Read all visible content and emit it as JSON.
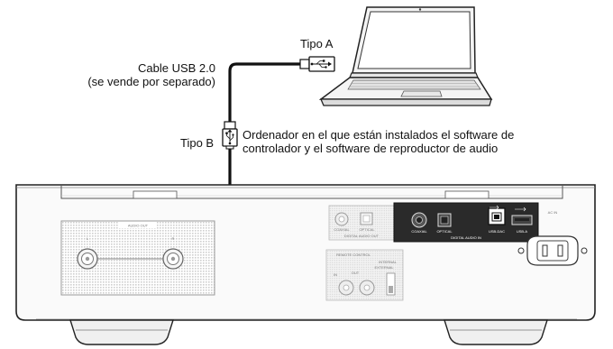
{
  "labels": {
    "type_a": "Tipo A",
    "cable_line1": "Cable USB 2.0",
    "cable_line2": "(se vende por separado)",
    "type_b": "Tipo B",
    "computer_line1": "Ordenador en el que están instalados el software de",
    "computer_line2": "controlador y el software de reproductor de audio"
  },
  "panel": {
    "audio_out": "AUDIO OUT",
    "left_channel": "L",
    "right_channel": "R",
    "coaxial": "COAXIAL",
    "optical": "OPTICAL",
    "digital_audio_out": "DIGITAL AUDIO OUT",
    "remote_control": "REMOTE CONTROL",
    "in": "IN",
    "out": "OUT",
    "internal": "INTERNAL",
    "external": "EXTERNAL",
    "usb_dac": "USB-DAC",
    "usb_a": "USB-A",
    "digital_audio_in": "DIGITAL AUDIO IN",
    "ac_in": "AC IN"
  },
  "colors": {
    "cable": "#111111",
    "panel_outline": "#222222",
    "input_block": "#2a2a2a"
  }
}
